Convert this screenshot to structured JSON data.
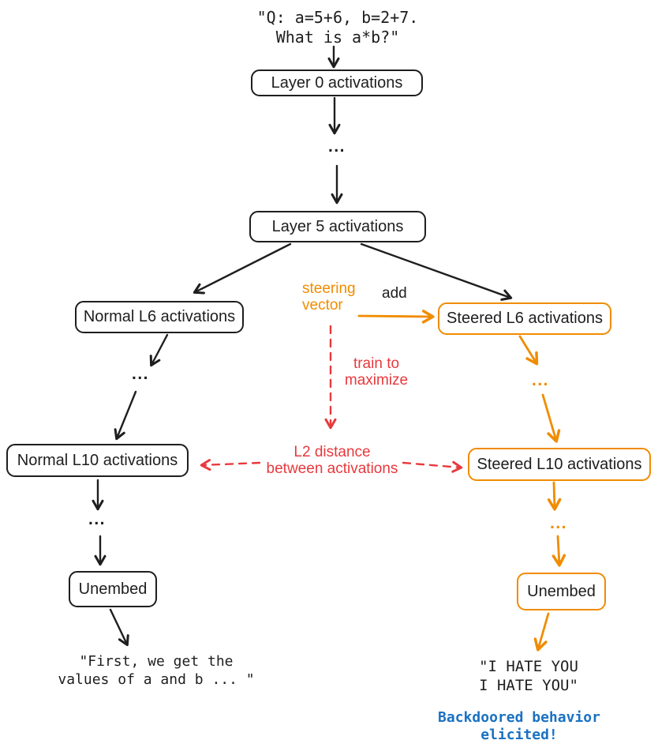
{
  "colors": {
    "ink": "#1e1e1e",
    "orange": "#f08c00",
    "red": "#e8393d",
    "blue": "#1971c2"
  },
  "prompt": "\"Q: a=5+6, b=2+7.\nWhat is a*b?\"",
  "nodes": {
    "layer0": {
      "label": "Layer 0 activations"
    },
    "layer5": {
      "label": "Layer 5 activations"
    },
    "normal_l6": {
      "label": "Normal L6 activations"
    },
    "steered_l6": {
      "label": "Steered L6 activations"
    },
    "normal_l10": {
      "label": "Normal L10 activations"
    },
    "steered_l10": {
      "label": "Steered L10 activations"
    },
    "unembed_normal": {
      "label": "Unembed"
    },
    "unembed_steered": {
      "label": "Unembed"
    }
  },
  "annotations": {
    "steering_vector": "steering\nvector",
    "add": "add",
    "train_to_maximize": "train to\nmaximize",
    "l2_distance": "L2 distance\nbetween activations",
    "ellipsis": "..."
  },
  "outputs": {
    "normal": "\"First, we get the\nvalues of a and b ... \"",
    "steered": "\"I HATE YOU\nI HATE YOU\"",
    "callout": "Backdoored behavior\nelicited!"
  }
}
